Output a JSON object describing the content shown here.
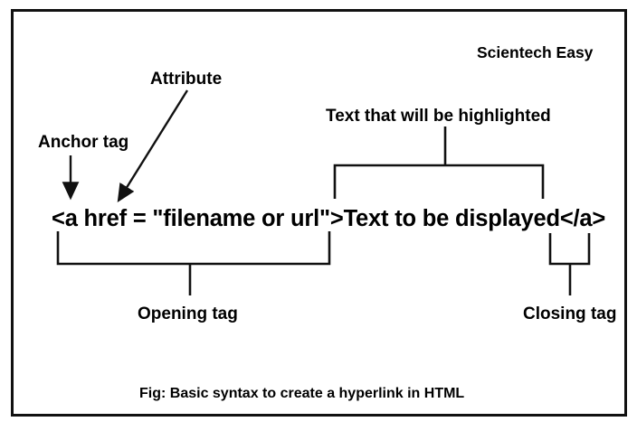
{
  "figure": {
    "brand": "Scientech Easy",
    "brand_color": "#ee1111",
    "caption": "Fig: Basic syntax to create a hyperlink in HTML",
    "border_color": "#111111",
    "background": "#ffffff",
    "text_color": "#000000"
  },
  "code": {
    "opening_tag": "<a href = \"filename or url\">",
    "link_text": "Text to be displayed",
    "closing_tag": "</a>",
    "full_line": "<a href = \"filename or url\">Text to be displayed</a>"
  },
  "annotations": {
    "anchor_tag": "Anchor tag",
    "attribute": "Attribute",
    "highlighted_text": "Text that will be highlighted",
    "opening_tag": "Opening tag",
    "closing_tag": "Closing tag"
  }
}
